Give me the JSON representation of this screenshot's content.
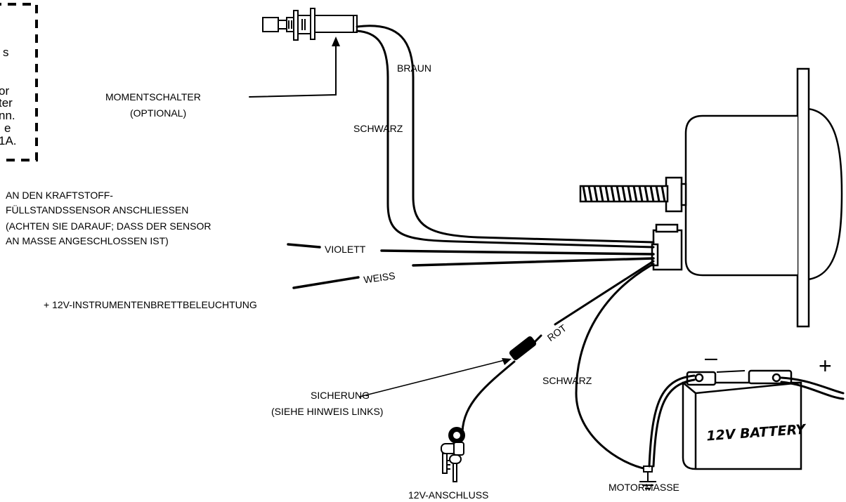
{
  "note_box": {
    "lines": [
      "s",
      "",
      "or",
      "ter",
      "nn.",
      "e",
      "1A."
    ]
  },
  "labels": {
    "momentschalter_1": "MOMENTSCHALTER",
    "momentschalter_2": "(OPTIONAL)",
    "braun": "BRAUN",
    "schwarz_top": "SCHWARZ",
    "sensor_1": "AN DEN KRAFTSTOFF-",
    "sensor_2": "FÜLLSTANDSSENSOR ANSCHLIESSEN",
    "sensor_3": "(ACHTEN SIE DARAUF; DASS DER SENSOR",
    "sensor_4": "AN MASSE ANGESCHLOSSEN IST)",
    "violett": "VIOLETT",
    "weiss": "WEISS",
    "beleuchtung": "+ 12V-INSTRUMENTENBRETTBELEUCHTUNG",
    "rot": "ROT",
    "schwarz_bottom": "SCHWARZ",
    "sicherung_1": "SICHERUNG",
    "sicherung_2": "(SIEHE HINWEIS LINKS)",
    "anschluss": "12V-ANSCHLUSS",
    "motormasse": "MOTORMASSE",
    "battery": "12V BATTERY",
    "minus": "–",
    "plus": "+"
  },
  "icons": [
    "push-switch-icon",
    "gauge-icon",
    "fuse-icon",
    "ignition-key-icon",
    "battery-icon",
    "ground-symbol-icon"
  ]
}
